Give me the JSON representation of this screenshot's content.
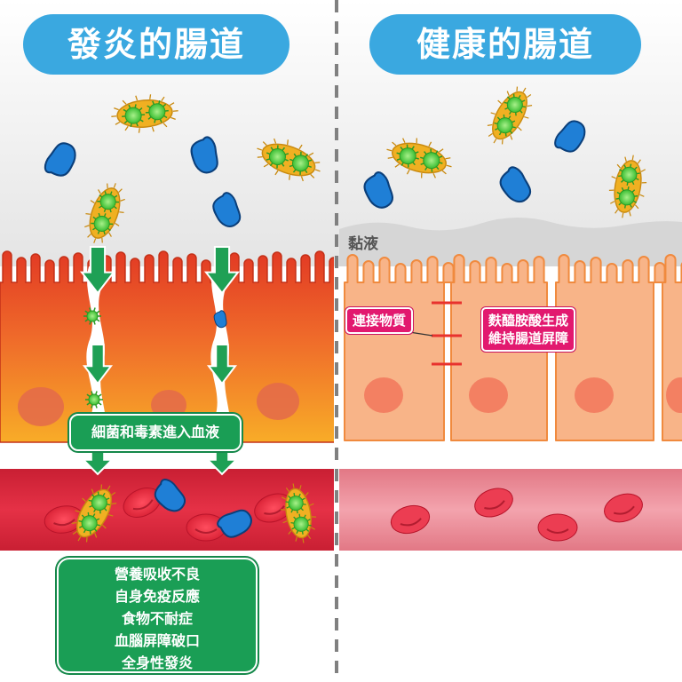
{
  "titles": {
    "left": "發炎的腸道",
    "right": "健康的腸道"
  },
  "labels": {
    "mucus": "黏液",
    "tight_junction": "連接物質",
    "glutamine": [
      "麩醯胺酸生成",
      "維持腸道屏障"
    ],
    "leak": "細菌和毒素進入血液"
  },
  "consequences": [
    "營養吸收不良",
    "自身免疫反應",
    "食物不耐症",
    "血腦屏障破口",
    "全身性發炎"
  ],
  "colors": {
    "title_pill": "#3aa8e0",
    "inflamed_top": "#e8482a",
    "inflamed_bottom": "#f7a526",
    "healthy_cell": "#f8b488",
    "healthy_border": "#f08a3e",
    "blood_inflamed": "#d9283c",
    "blood_healthy": "#ee8d99",
    "arrow": "#1fa055",
    "tag": "#e2196f",
    "bacteria_yellow": "#f0b022",
    "virus_green": "#4fd13c",
    "bacteria_blue": "#1f7fd6"
  }
}
